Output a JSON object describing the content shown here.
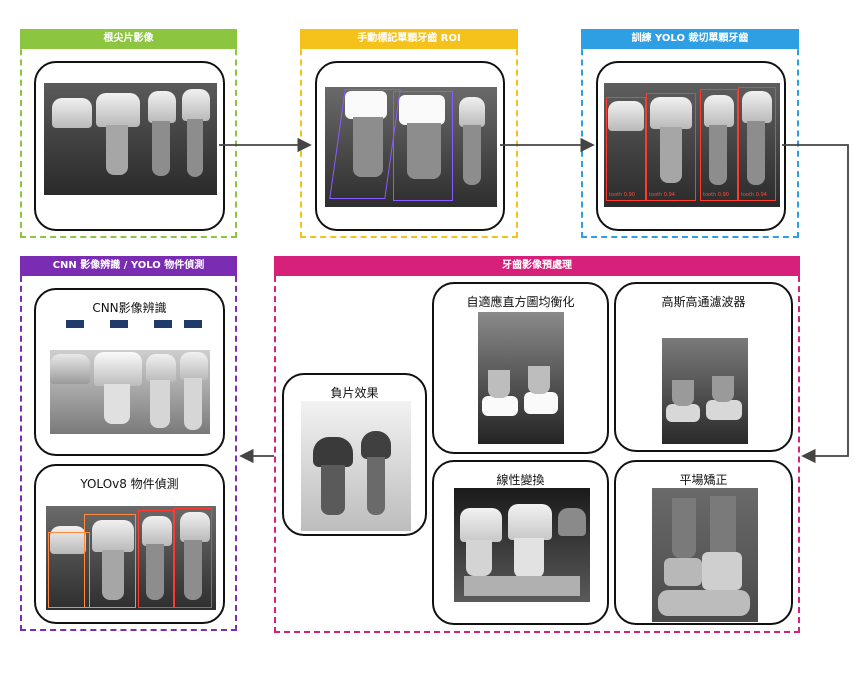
{
  "panels": {
    "original": {
      "label": "根尖片影像",
      "color": "#8cc540"
    },
    "roi": {
      "label": "手動標記單顆牙齒 ROI",
      "color": "#f5c21b"
    },
    "yolo_crop": {
      "label": "訓練 YOLO 裁切單顆牙齒",
      "color": "#2f9fe3"
    },
    "recognition": {
      "label": "CNN 影像辨識 / YOLO 物件偵測",
      "color": "#7a2db2"
    },
    "preprocess": {
      "label": "牙齒影像預處理",
      "color": "#d6207a"
    }
  },
  "cards": {
    "cnn": {
      "title": "CNN影像辨識"
    },
    "yolov8": {
      "title": "YOLOv8 物件偵測"
    },
    "clahe": {
      "title": "自適應直方圖均衡化"
    },
    "gaussian": {
      "title": "高斯高通濾波器"
    },
    "negative": {
      "title": "負片效果"
    },
    "linear": {
      "title": "線性變換"
    },
    "flatten": {
      "title": "平場矯正"
    }
  },
  "detections": {
    "yolo_crop_labels": [
      "tooth 0.90",
      "tooth 0.94",
      "tooth 0.90",
      "tooth 0.94"
    ]
  },
  "colors": {
    "arrow": "#444444",
    "bbox": "#ff3b30"
  }
}
